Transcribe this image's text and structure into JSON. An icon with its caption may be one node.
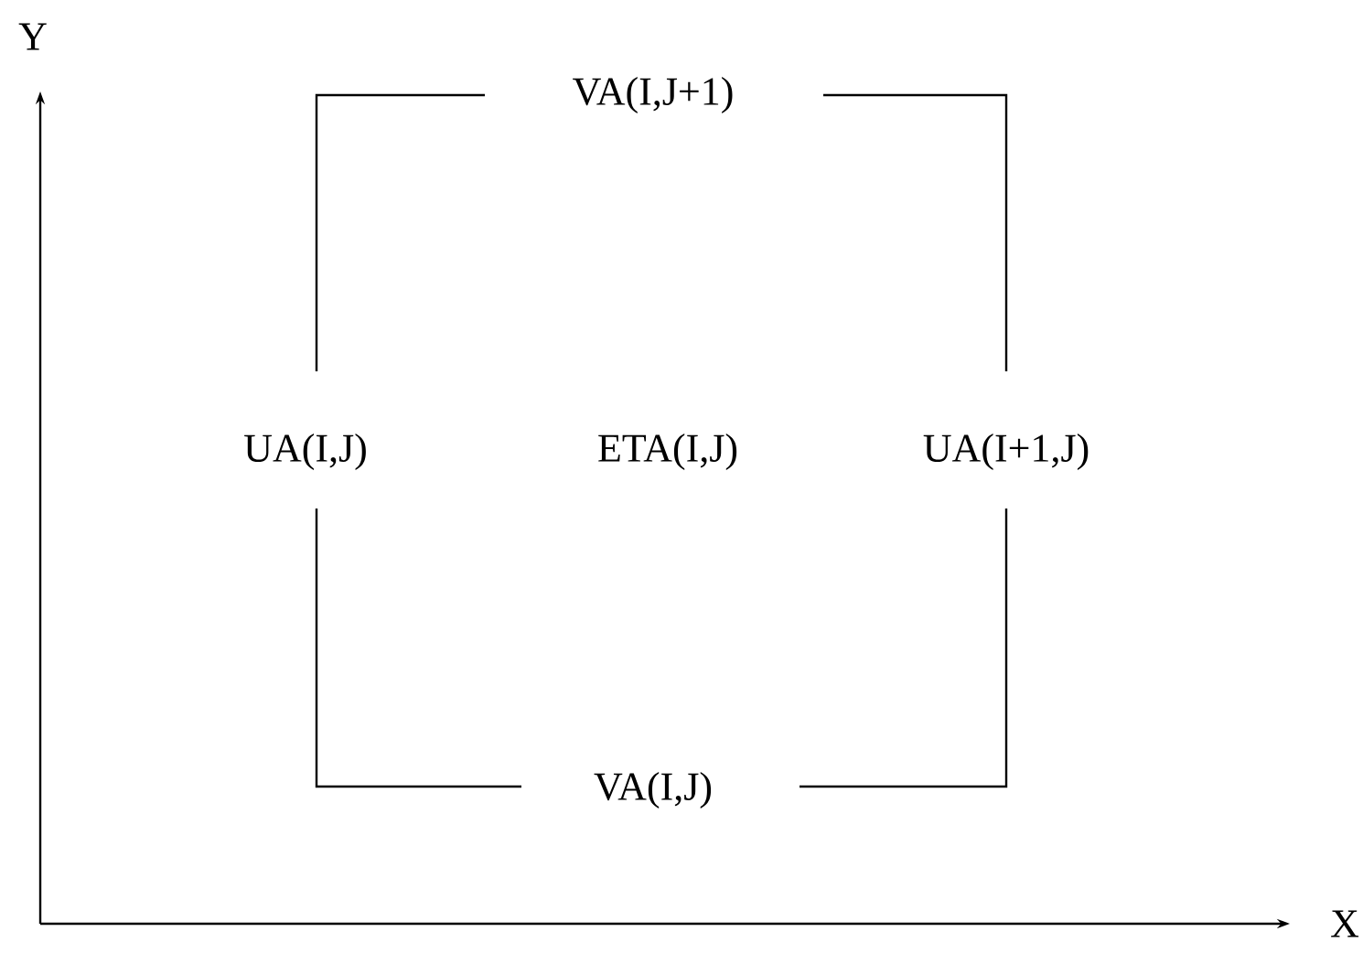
{
  "diagram": {
    "labels": [
      "Y",
      "VA(I,J+1)",
      "UA(I,J)",
      "ETA(I,J)",
      "UA(I+1,J)",
      "VA(I,J)",
      "X"
    ]
  }
}
